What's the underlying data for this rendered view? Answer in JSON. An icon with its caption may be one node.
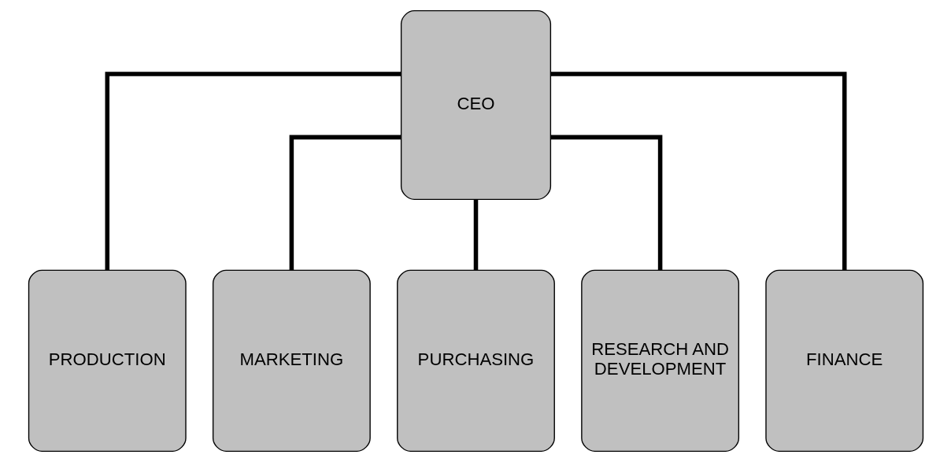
{
  "diagram": {
    "nodes": [
      {
        "text": [
          "CEO"
        ]
      },
      {
        "text": [
          "PRODUCTION"
        ]
      },
      {
        "text": [
          "MARKETING"
        ]
      },
      {
        "text": [
          "PURCHASING"
        ]
      },
      {
        "text": [
          "RESEARCH AND DEVELOPMENT"
        ]
      },
      {
        "text": [
          "FINANCE"
        ]
      }
    ],
    "edges": [
      {
        "from": 0,
        "to": 1,
        "arrow": "none"
      },
      {
        "from": 0,
        "to": 2,
        "arrow": "none"
      },
      {
        "from": 0,
        "to": 3,
        "arrow": "none"
      },
      {
        "from": 0,
        "to": 4,
        "arrow": "none"
      },
      {
        "from": 0,
        "to": 5,
        "arrow": "none"
      }
    ]
  }
}
